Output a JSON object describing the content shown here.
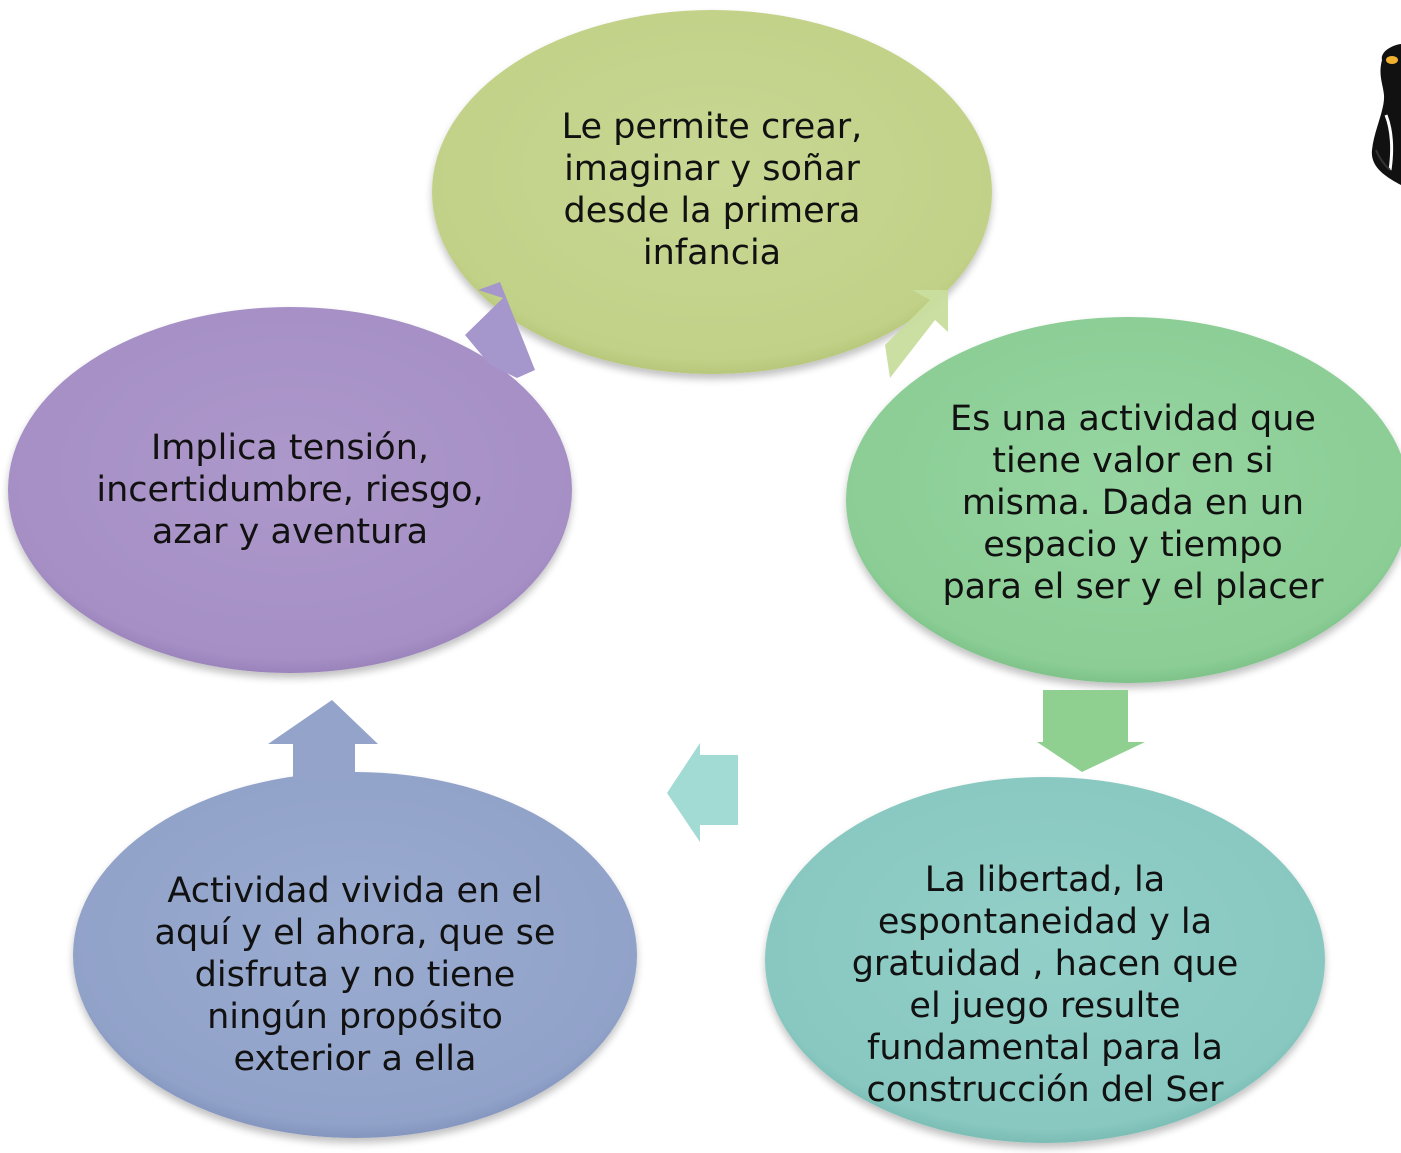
{
  "diagram": {
    "nodes": [
      {
        "id": "top",
        "lines": [
          "Le permite crear,",
          "imaginar y soñar",
          "desde la primera",
          "infancia"
        ],
        "fill": "#c4d38d"
      },
      {
        "id": "right",
        "lines": [
          "Es una actividad que",
          "tiene valor en si",
          "misma. Dada en un",
          "espacio y tiempo",
          "para el ser y el placer"
        ],
        "fill": "#90d19b"
      },
      {
        "id": "bottom-right",
        "lines": [
          "La libertad, la",
          "espontaneidad y la",
          "gratuidad , hacen que",
          "el juego resulte",
          "fundamental para la",
          "construcción del Ser"
        ],
        "fill": "#8ccbc4"
      },
      {
        "id": "bottom-left",
        "lines": [
          "Actividad vivida en el",
          "aquí y el ahora, que se",
          "disfruta y no tiene",
          "ningún propósito",
          "exterior a ella"
        ],
        "fill": "#95a6cc"
      },
      {
        "id": "left",
        "lines": [
          "Implica tensión,",
          "incertidumbre, riesgo,",
          "azar y aventura"
        ],
        "fill": "#a993c8"
      }
    ],
    "arrows": [
      {
        "from": "top",
        "to": "right",
        "color": "#c7dc9a"
      },
      {
        "from": "right",
        "to": "bottom-right",
        "color": "#8fd090"
      },
      {
        "from": "bottom-right",
        "to": "bottom-left",
        "color": "#9fd8d3"
      },
      {
        "from": "bottom-left",
        "to": "left",
        "color": "#93a3ca"
      },
      {
        "from": "left",
        "to": "top",
        "color": "#a596cc"
      }
    ],
    "decoration": {
      "icon": "penguin-icon"
    }
  }
}
